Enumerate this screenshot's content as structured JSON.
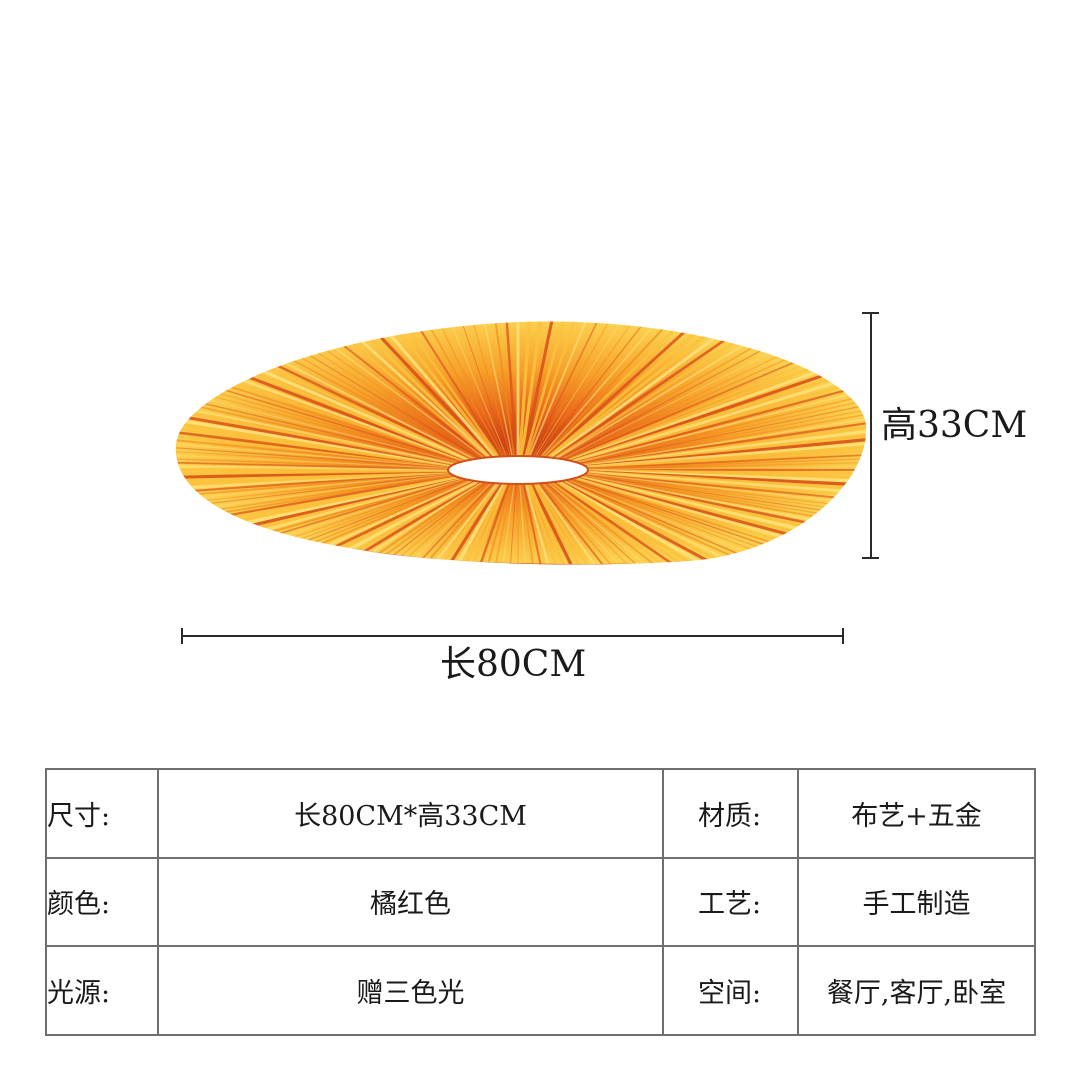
{
  "figure": {
    "height_label": "高33CM",
    "length_label": "长80CM",
    "colors": {
      "shade_dark": "#d8521a",
      "shade_mid": "#f08a1c",
      "shade_light": "#fbc23c",
      "shade_highlight": "#fde27a",
      "dimension_line": "#2a2a2a"
    }
  },
  "spec_table": {
    "rows": [
      {
        "left_key": "尺寸:",
        "left_value": "长80CM*高33CM",
        "right_key": "材质:",
        "right_value": "布艺+五金"
      },
      {
        "left_key": "颜色:",
        "left_value": "橘红色",
        "right_key": "工艺:",
        "right_value": "手工制造"
      },
      {
        "left_key": "光源:",
        "left_value": "赠三色光",
        "right_key": "空间:",
        "right_value": "餐厅,客厅,卧室"
      }
    ],
    "border_color": "#6f6f6f"
  }
}
